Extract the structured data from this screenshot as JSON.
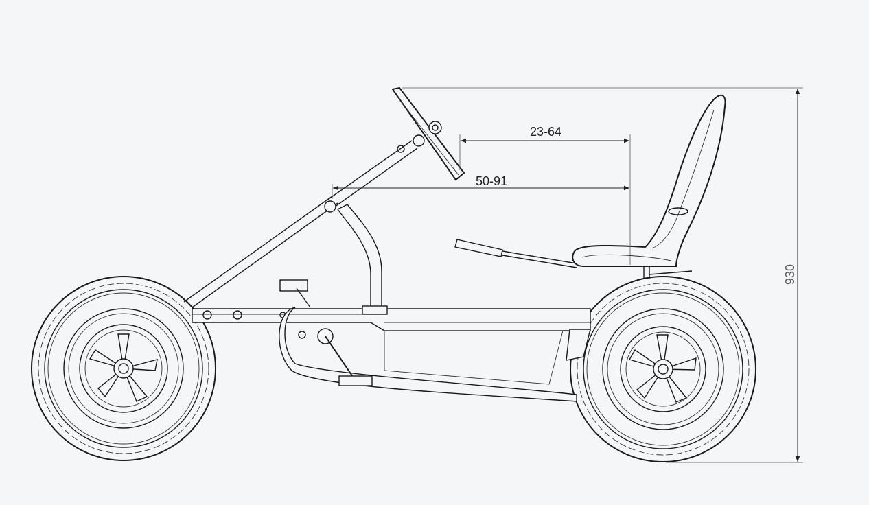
{
  "dimensions": {
    "steering_to_seat": "23-64",
    "pedal_to_seat": "50-91",
    "overall_height": "930"
  }
}
